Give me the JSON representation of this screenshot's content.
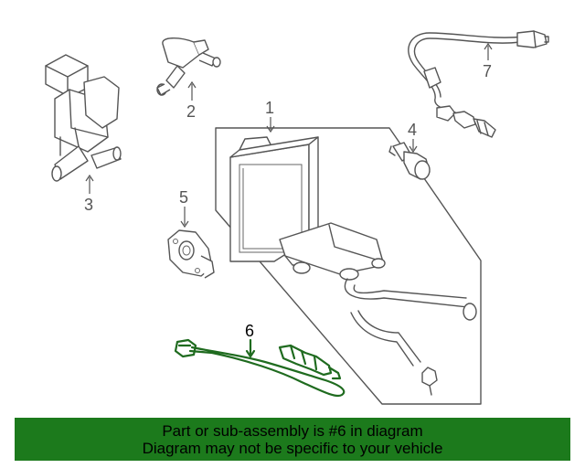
{
  "callouts": {
    "c1": "1",
    "c2": "2",
    "c3": "3",
    "c4": "4",
    "c5": "5",
    "c6": "6",
    "c7": "7"
  },
  "banner": {
    "line1": "Part or sub-assembly is #6 in diagram",
    "line2": "Diagram may not be specific to your vehicle"
  },
  "colors": {
    "highlight": "#1c7a1c",
    "lineart": "#555555"
  }
}
